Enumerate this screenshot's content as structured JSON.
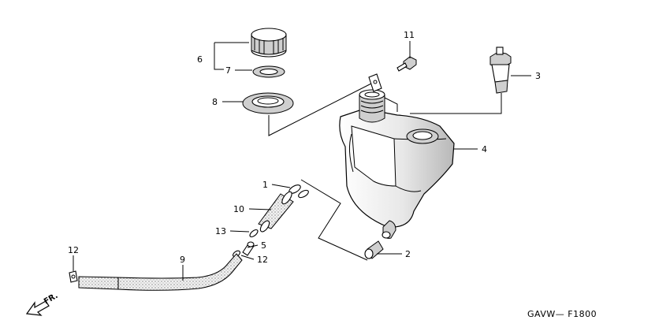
{
  "callouts": {
    "c1": "1",
    "c2": "2",
    "c3": "3",
    "c4": "4",
    "c5": "5",
    "c6": "6",
    "c7": "7",
    "c8": "8",
    "c9": "9",
    "c10": "10",
    "c11": "11",
    "c12a": "12",
    "c12b": "12",
    "c13": "13"
  },
  "direction_label": "FR.",
  "diagram_code": "GAVW— F1800"
}
